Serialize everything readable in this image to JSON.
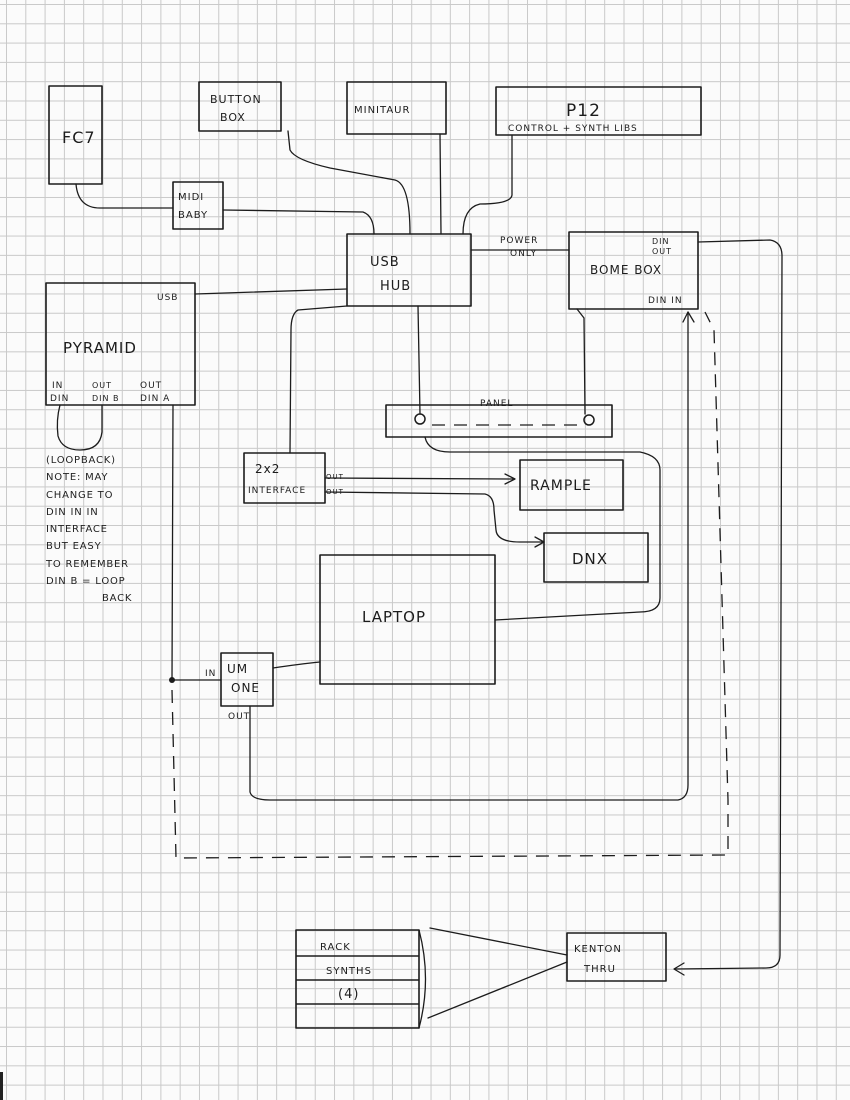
{
  "boxes": {
    "fc7": "FC7",
    "button_box_1": "BUTTON",
    "button_box_2": "BOX",
    "minitaur": "MINITAUR",
    "p12": "P12",
    "p12_sub": "CONTROL + SYNTH LIBS",
    "midi_baby_1": "MIDI",
    "midi_baby_2": "BABY",
    "usb_hub_1": "USB",
    "usb_hub_2": "HUB",
    "bome_box": "BOME BOX",
    "pyramid": "PYRAMID",
    "panel": "PANEL",
    "interface_1": "2x2",
    "interface_2": "INTERFACE",
    "rample": "RAMPLE",
    "dnx": "DNX",
    "laptop": "LAPTOP",
    "um_one_1": "UM",
    "um_one_2": "ONE",
    "kenton_1": "KENTON",
    "kenton_2": "THRU",
    "rack_1": "RACK",
    "rack_2": "SYNTHS",
    "rack_3": "(4)"
  },
  "ports": {
    "pyramid_usb": "USB",
    "pyramid_in": "IN",
    "pyramid_din": "DIN",
    "pyramid_out_b": "OUT",
    "pyramid_din_b": "DIN B",
    "pyramid_out_a": "OUT",
    "pyramid_din_a": "DIN A",
    "bome_din_out_1": "DIN",
    "bome_din_out_2": "OUT",
    "bome_din_in": "DIN IN",
    "interface_out_1": "OUT",
    "interface_out_2": "OUT",
    "um_in": "IN",
    "um_out": "OUT"
  },
  "labels": {
    "power_only_1": "POWER",
    "power_only_2": "ONLY"
  },
  "note": {
    "lines": [
      "(LOOPBACK)",
      "NOTE: MAY",
      "CHANGE TO",
      "DIN IN IN",
      "INTERFACE",
      "BUT EASY",
      "TO REMEMBER",
      "DIN B = LOOP",
      "BACK"
    ]
  }
}
